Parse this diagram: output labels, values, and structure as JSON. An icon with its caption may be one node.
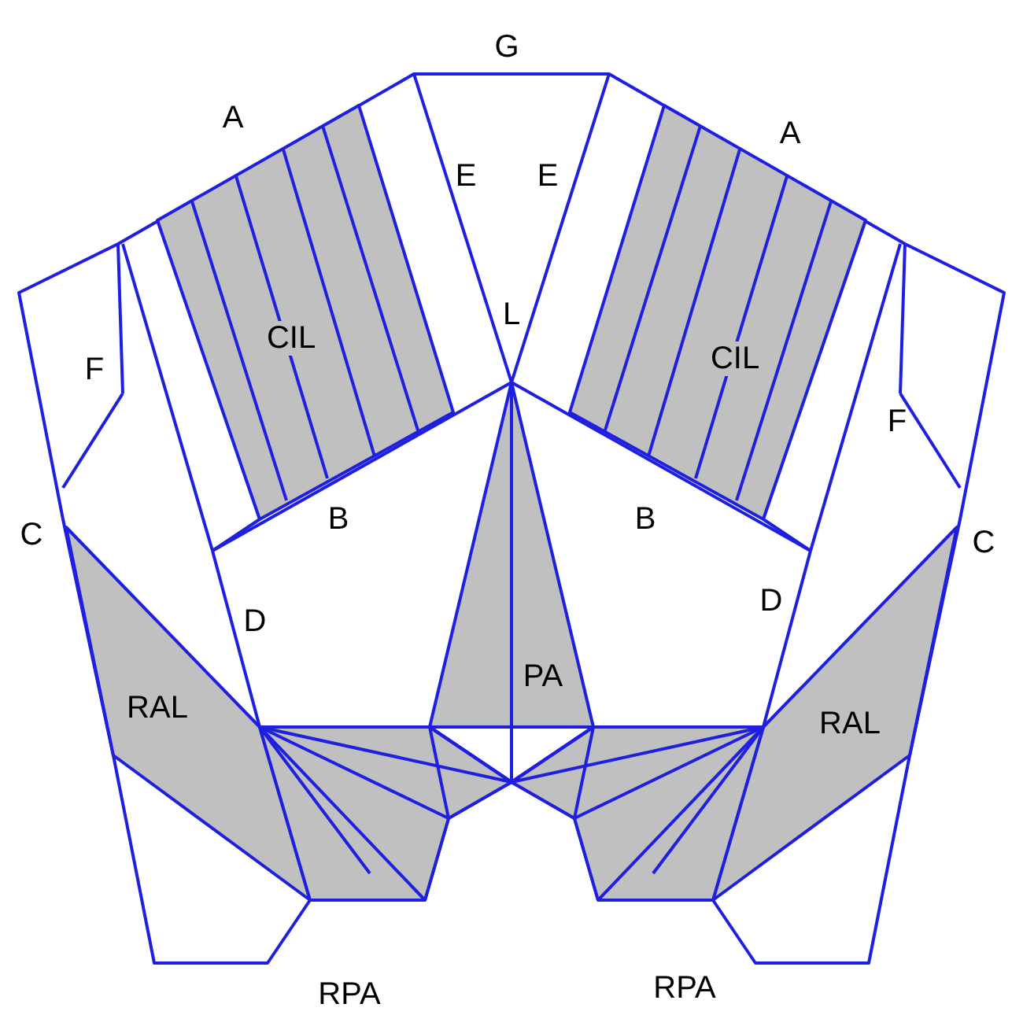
{
  "diagram": {
    "labels": [
      "G",
      "A",
      "A",
      "E",
      "E",
      "L",
      "CIL",
      "CIL",
      "F",
      "F",
      "C",
      "B",
      "B",
      "C",
      "D",
      "D",
      "PA",
      "RAL",
      "RAL",
      "RPA",
      "RPA"
    ]
  }
}
